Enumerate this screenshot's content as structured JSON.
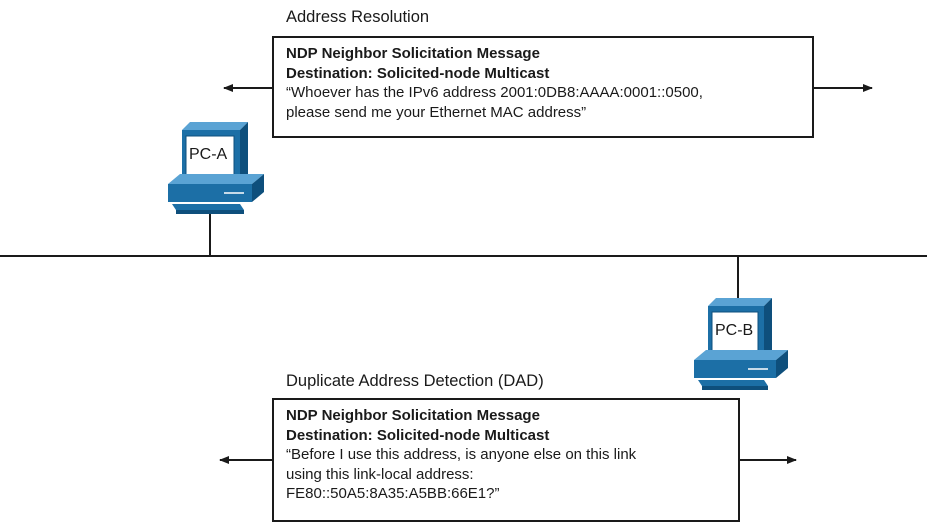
{
  "address_resolution": {
    "title": "Address Resolution",
    "message_type": "NDP Neighbor Solicitation Message",
    "destination": "Destination: Solicited-node Multicast",
    "quote": "“Whoever has the IPv6 address 2001:0DB8:AAAA:0001::0500,\nplease send me your Ethernet MAC address”"
  },
  "dad": {
    "title": "Duplicate Address Detection (DAD)",
    "message_type": "NDP Neighbor Solicitation Message",
    "destination": "Destination: Solicited-node Multicast",
    "quote": "“Before I use this address, is anyone else on this link\nusing this link-local address:\nFE80::50A5:8A35:A5BB:66E1?”"
  },
  "hosts": {
    "pc_a": "PC-A",
    "pc_b": "PC-B"
  },
  "colors": {
    "pc_fill": "#1c6fa6",
    "pc_dark": "#0e4f7c",
    "line": "#1a1a1a"
  }
}
